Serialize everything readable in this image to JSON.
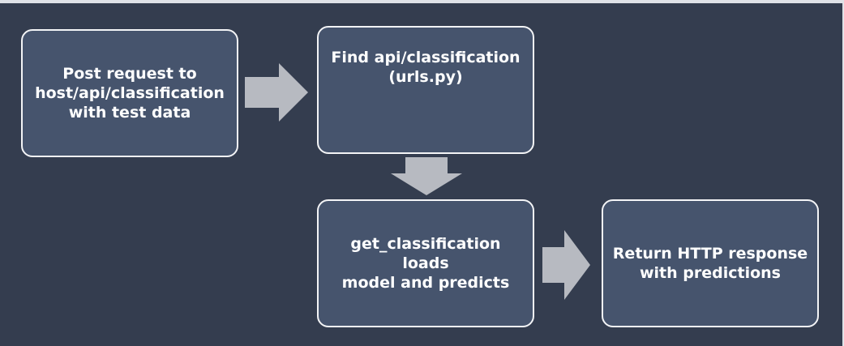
{
  "diagram": {
    "nodes": [
      {
        "id": "post-request",
        "lines": [
          "Post request to",
          "host/api/classification",
          "with test data"
        ]
      },
      {
        "id": "find-url",
        "lines": [
          "Find api/classification",
          "(urls.py)"
        ]
      },
      {
        "id": "get-classification",
        "lines": [
          "get_classification loads",
          "model and predicts"
        ]
      },
      {
        "id": "return-response",
        "lines": [
          "Return HTTP response",
          "with predictions"
        ]
      }
    ],
    "edges": [
      {
        "from": "post-request",
        "to": "find-url",
        "direction": "right"
      },
      {
        "from": "find-url",
        "to": "get-classification",
        "direction": "down"
      },
      {
        "from": "get-classification",
        "to": "return-response",
        "direction": "right"
      }
    ],
    "colors": {
      "background": "#343d4f",
      "box_fill": "#46546d",
      "box_border": "#f3f4f6",
      "text": "#ffffff",
      "arrow": "#b7bac1"
    }
  }
}
